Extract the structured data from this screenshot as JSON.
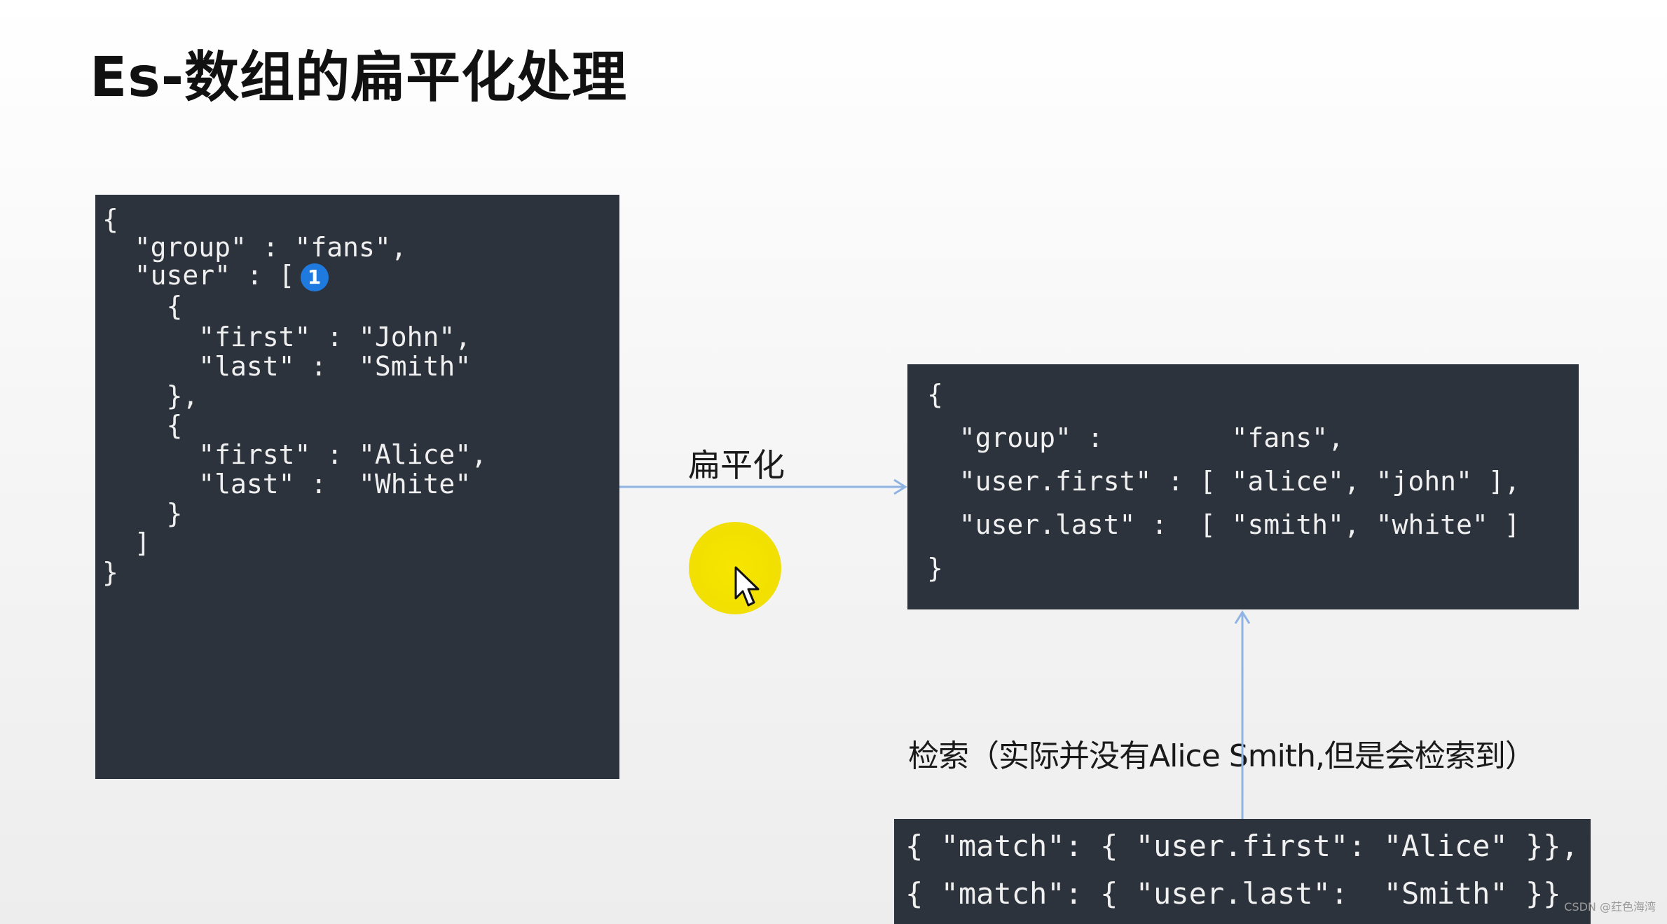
{
  "title": "Es-数组的扁平化处理",
  "left_code": {
    "line1": "{",
    "line2": "  \"group\" : \"fans\",",
    "line3": "  \"user\" : [",
    "badge": "1",
    "line4": "    {",
    "line5": "      \"first\" : \"John\",",
    "line6": "      \"last\" :  \"Smith\"",
    "line7": "    },",
    "line8": "    {",
    "line9": "      \"first\" : \"Alice\",",
    "line10": "      \"last\" :  \"White\"",
    "line11": "    }",
    "line12": "  ]",
    "line13": "}"
  },
  "flatten_label": "扁平化",
  "right_code": {
    "line1": "{",
    "line2": "  \"group\" :        \"fans\",",
    "line3": "  \"user.first\" : [ \"alice\", \"john\" ],",
    "line4": "  \"user.last\" :  [ \"smith\", \"white\" ]",
    "line5": "}"
  },
  "search_label": "检索（实际并没有Alice Smith,但是会检索到）",
  "query_code": {
    "line1": "{ \"match\": { \"user.first\": \"Alice\" }},",
    "line2": "{ \"match\": { \"user.last\":  \"Smith\" }}"
  },
  "watermark": "CSDN @荭色海湾",
  "colors": {
    "code_background": "#2d333d",
    "code_text": "#f0f0f0",
    "arrow": "#8fb4e3",
    "badge": "#1f7ae0",
    "cursor_highlight": "#f2e000"
  }
}
